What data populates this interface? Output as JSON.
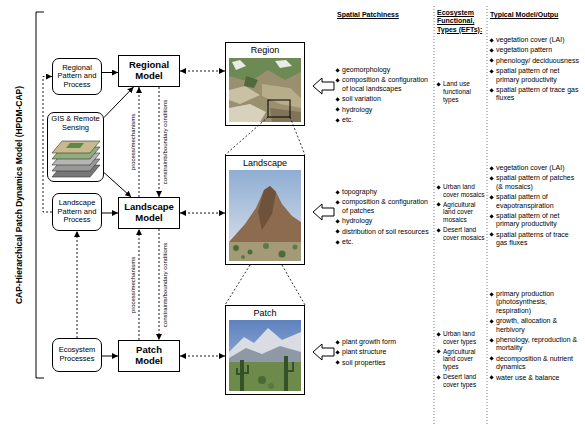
{
  "diagram": {
    "nodes": [
      {
        "text": [
          "Regional Pattern and Process"
        ]
      },
      {
        "text": [
          "GIS & Remote Sensing"
        ]
      },
      {
        "text": [
          "Landscape Pattern and Process"
        ]
      },
      {
        "text": [
          "Ecosystem Processes"
        ]
      },
      {
        "text": [
          "Regional Model"
        ]
      },
      {
        "text": [
          "Landscape Model"
        ]
      },
      {
        "text": [
          "Patch Model"
        ]
      },
      {
        "text": [
          "Region"
        ]
      },
      {
        "text": [
          "Landscape"
        ]
      },
      {
        "text": [
          "Patch"
        ]
      }
    ],
    "edges": [
      {
        "from": 0,
        "to": 4,
        "arrow": "to"
      },
      {
        "from": 1,
        "to": 4,
        "arrow": "to"
      },
      {
        "from": 1,
        "to": 5,
        "arrow": "to"
      },
      {
        "from": 2,
        "to": 5,
        "arrow": "to"
      },
      {
        "from": 3,
        "to": 6,
        "arrow": "to"
      },
      {
        "from": 3,
        "to": 2,
        "arrow": "to"
      },
      {
        "from": 2,
        "to": 0,
        "arrow": "to"
      },
      {
        "from": 5,
        "to": 4,
        "label": "process/mechanisms",
        "arrow": "to"
      },
      {
        "from": 4,
        "to": 5,
        "label": "constraints/boundary conditions",
        "arrow": "to"
      },
      {
        "from": 6,
        "to": 5,
        "label": "process/mechanisms",
        "arrow": "to"
      },
      {
        "from": 5,
        "to": 6,
        "label": "constraints/boundary conditions",
        "arrow": "to"
      },
      {
        "from": 4,
        "to": 7,
        "arrow": "both"
      },
      {
        "from": 5,
        "to": 8,
        "arrow": "both"
      },
      {
        "from": 6,
        "to": 9,
        "arrow": "both"
      }
    ],
    "labels": [
      "CAP-Hierarchical Patch Dynamics Model (HPDM-CAP)",
      "Spatial Patchiness",
      "Ecosystem Functional, Types (EFTs):",
      "Typical Model/Outpu",
      "geomorphology",
      "composition & configuration of local landscapes",
      "soil variation",
      "hydrology",
      "etc.",
      "Land use functional types",
      "vegetation cover (LAI)",
      "vegetation pattern",
      "phenology/ deciduousness",
      "spatial pattern of net primary productivity",
      "spatial pattern of trace gas fluxes",
      "topography",
      "composition & configuration of patches",
      "hydrology",
      "distribution of soil resources",
      "etc.",
      "Urban land cover mosaics",
      "Agricultural land cover mosaics",
      "Desert land cover mosaics",
      "vegetation cover (LAI)",
      "spatial pattern of patches (& mosaics)",
      "spatial pattern of evapotranspiration",
      "spatial pattern of net primary productivity",
      "spatial patterns of trace gas fluxes",
      "plant growth form",
      "plant structure",
      "soil properties",
      "Urban land cover types",
      "Agricultural land cover types",
      "Desert land cover types",
      "primary production (photosynthesis, respiration)",
      "growth, allocation & herbivory",
      "phenology, reproduction & mortality",
      "decomposition & nutrient dynamics",
      "water use & balance"
    ]
  }
}
